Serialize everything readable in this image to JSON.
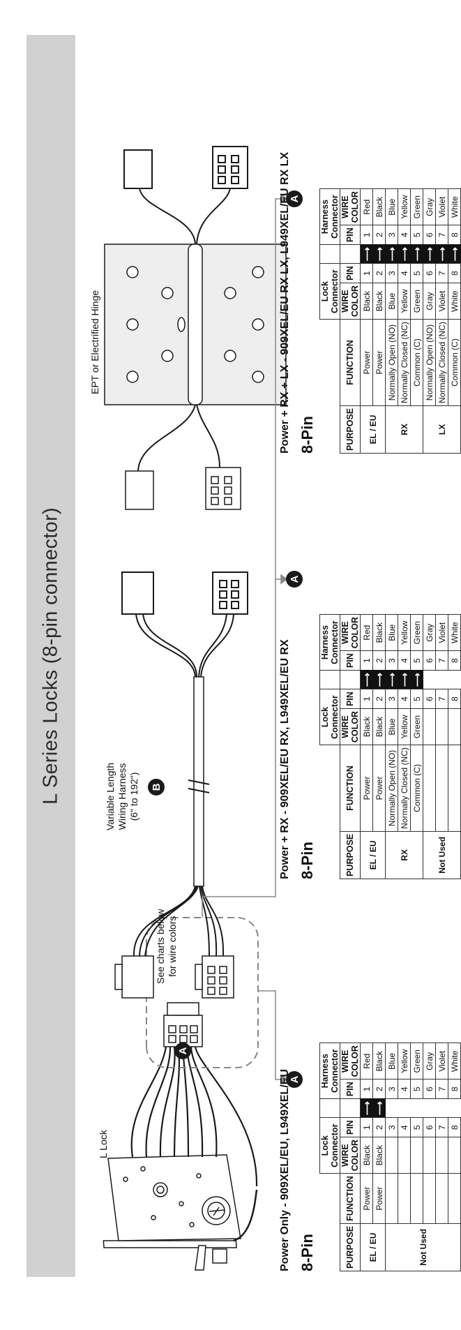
{
  "sidebar_title": "L Series Locks (8-pin connector)",
  "diagram": {
    "l_lock_label": "L Lock",
    "marker_a": "A",
    "marker_b": "B",
    "see_charts": "See charts below\nfor wire colors",
    "harness_label": "Variable Length\nWiring Harness\n(6\" to 192\")",
    "hinge_label": "EPT or Electrified Hinge"
  },
  "labels": {
    "pin_title": "8-Pin",
    "purpose": "PURPOSE",
    "function": "FUNCTION",
    "wire_color": "WIRE\nCOLOR",
    "pin": "PIN",
    "lock_connector": "Lock\nConnector",
    "harness_connector": "Harness\nConnector",
    "arrow": "⟶"
  },
  "sections": [
    {
      "title": "Power Only - 909XEL/EU, L949XEL/EU",
      "groups": [
        {
          "purpose": "EL / EU",
          "rows": 2
        },
        {
          "purpose": "Not Used",
          "rows": 6
        }
      ],
      "rows": [
        {
          "function": "Power",
          "lock_color": "Black",
          "lock_pin": "1",
          "arrow": true,
          "harness_pin": "1",
          "harness_color": "Red"
        },
        {
          "function": "Power",
          "lock_color": "Black",
          "lock_pin": "2",
          "arrow": true,
          "harness_pin": "2",
          "harness_color": "Black"
        },
        {
          "function": "",
          "lock_color": "",
          "lock_pin": "3",
          "arrow": false,
          "harness_pin": "3",
          "harness_color": "Blue"
        },
        {
          "function": "",
          "lock_color": "",
          "lock_pin": "4",
          "arrow": false,
          "harness_pin": "4",
          "harness_color": "Yellow"
        },
        {
          "function": "",
          "lock_color": "",
          "lock_pin": "5",
          "arrow": false,
          "harness_pin": "5",
          "harness_color": "Green"
        },
        {
          "function": "",
          "lock_color": "",
          "lock_pin": "6",
          "arrow": false,
          "harness_pin": "6",
          "harness_color": "Gray"
        },
        {
          "function": "",
          "lock_color": "",
          "lock_pin": "7",
          "arrow": false,
          "harness_pin": "7",
          "harness_color": "Violet"
        },
        {
          "function": "",
          "lock_color": "",
          "lock_pin": "8",
          "arrow": false,
          "harness_pin": "8",
          "harness_color": "White"
        }
      ]
    },
    {
      "title": "Power + RX - 909XEL/EU RX, L949XEL/EU RX",
      "groups": [
        {
          "purpose": "EL / EU",
          "rows": 2
        },
        {
          "purpose": "RX",
          "rows": 3
        },
        {
          "purpose": "Not Used",
          "rows": 3
        }
      ],
      "rows": [
        {
          "function": "Power",
          "lock_color": "Black",
          "lock_pin": "1",
          "arrow": true,
          "harness_pin": "1",
          "harness_color": "Red"
        },
        {
          "function": "Power",
          "lock_color": "Black",
          "lock_pin": "2",
          "arrow": true,
          "harness_pin": "2",
          "harness_color": "Black"
        },
        {
          "function": "Normally Open (NO)",
          "lock_color": "Blue",
          "lock_pin": "3",
          "arrow": true,
          "harness_pin": "3",
          "harness_color": "Blue"
        },
        {
          "function": "Normally Closed (NC)",
          "lock_color": "Yellow",
          "lock_pin": "4",
          "arrow": true,
          "harness_pin": "4",
          "harness_color": "Yellow"
        },
        {
          "function": "Common (C)",
          "lock_color": "Green",
          "lock_pin": "5",
          "arrow": true,
          "harness_pin": "5",
          "harness_color": "Green"
        },
        {
          "function": "",
          "lock_color": "",
          "lock_pin": "6",
          "arrow": false,
          "harness_pin": "6",
          "harness_color": "Gray"
        },
        {
          "function": "",
          "lock_color": "",
          "lock_pin": "7",
          "arrow": false,
          "harness_pin": "7",
          "harness_color": "Violet"
        },
        {
          "function": "",
          "lock_color": "",
          "lock_pin": "8",
          "arrow": false,
          "harness_pin": "8",
          "harness_color": "White"
        }
      ]
    },
    {
      "title": "Power + RX + LX - 909XEL/EU RX LX, L949XEL/EU RX LX",
      "groups": [
        {
          "purpose": "EL / EU",
          "rows": 2
        },
        {
          "purpose": "RX",
          "rows": 3
        },
        {
          "purpose": "LX",
          "rows": 3
        }
      ],
      "rows": [
        {
          "function": "Power",
          "lock_color": "Black",
          "lock_pin": "1",
          "arrow": true,
          "harness_pin": "1",
          "harness_color": "Red"
        },
        {
          "function": "Power",
          "lock_color": "Black",
          "lock_pin": "2",
          "arrow": true,
          "harness_pin": "2",
          "harness_color": "Black"
        },
        {
          "function": "Normally Open (NO)",
          "lock_color": "Blue",
          "lock_pin": "3",
          "arrow": true,
          "harness_pin": "3",
          "harness_color": "Blue"
        },
        {
          "function": "Normally Closed (NC)",
          "lock_color": "Yellow",
          "lock_pin": "4",
          "arrow": true,
          "harness_pin": "4",
          "harness_color": "Yellow"
        },
        {
          "function": "Common (C)",
          "lock_color": "Green",
          "lock_pin": "5",
          "arrow": true,
          "harness_pin": "5",
          "harness_color": "Green"
        },
        {
          "function": "Normally Open (NO)",
          "lock_color": "Gray",
          "lock_pin": "6",
          "arrow": true,
          "harness_pin": "6",
          "harness_color": "Gray"
        },
        {
          "function": "Normally Closed (NC)",
          "lock_color": "Violet",
          "lock_pin": "7",
          "arrow": true,
          "harness_pin": "7",
          "harness_color": "Violet"
        },
        {
          "function": "Common (C)",
          "lock_color": "White",
          "lock_pin": "8",
          "arrow": true,
          "harness_pin": "8",
          "harness_color": "White"
        }
      ]
    }
  ]
}
